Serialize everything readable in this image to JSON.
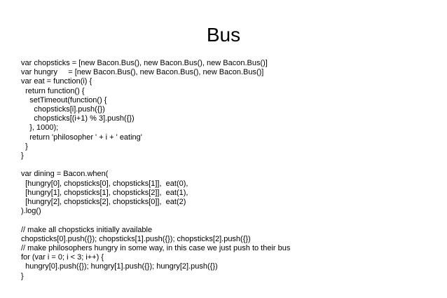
{
  "slide": {
    "title": "Bus",
    "background_color": "#ffffff",
    "text_color": "#000000",
    "code_lines": [
      "var chopsticks = [new Bacon.Bus(), new Bacon.Bus(), new Bacon.Bus()]",
      "var hungry     = [new Bacon.Bus(), new Bacon.Bus(), new Bacon.Bus()]",
      "var eat = function(i) {",
      "  return function() {",
      "    setTimeout(function() {",
      "      chopsticks[i].push({})",
      "      chopsticks[(i+1) % 3].push({})",
      "    }, 1000);",
      "    return 'philosopher ' + i + ' eating'",
      "  }",
      "}",
      "",
      "var dining = Bacon.when(",
      "  [hungry[0], chopsticks[0], chopsticks[1]],  eat(0),",
      "  [hungry[1], chopsticks[1], chopsticks[2]],  eat(1),",
      "  [hungry[2], chopsticks[2], chopsticks[0]],  eat(2)",
      ").log()",
      "",
      "// make all chopsticks initially available",
      "chopsticks[0].push({}); chopsticks[1].push({}); chopsticks[2].push({})",
      "// make philosophers hungry in some way, in this case we just push to their bus",
      "for (var i = 0; i < 3; i++) {",
      "  hungry[0].push({}); hungry[1].push({}); hungry[2].push({})",
      "}"
    ]
  }
}
